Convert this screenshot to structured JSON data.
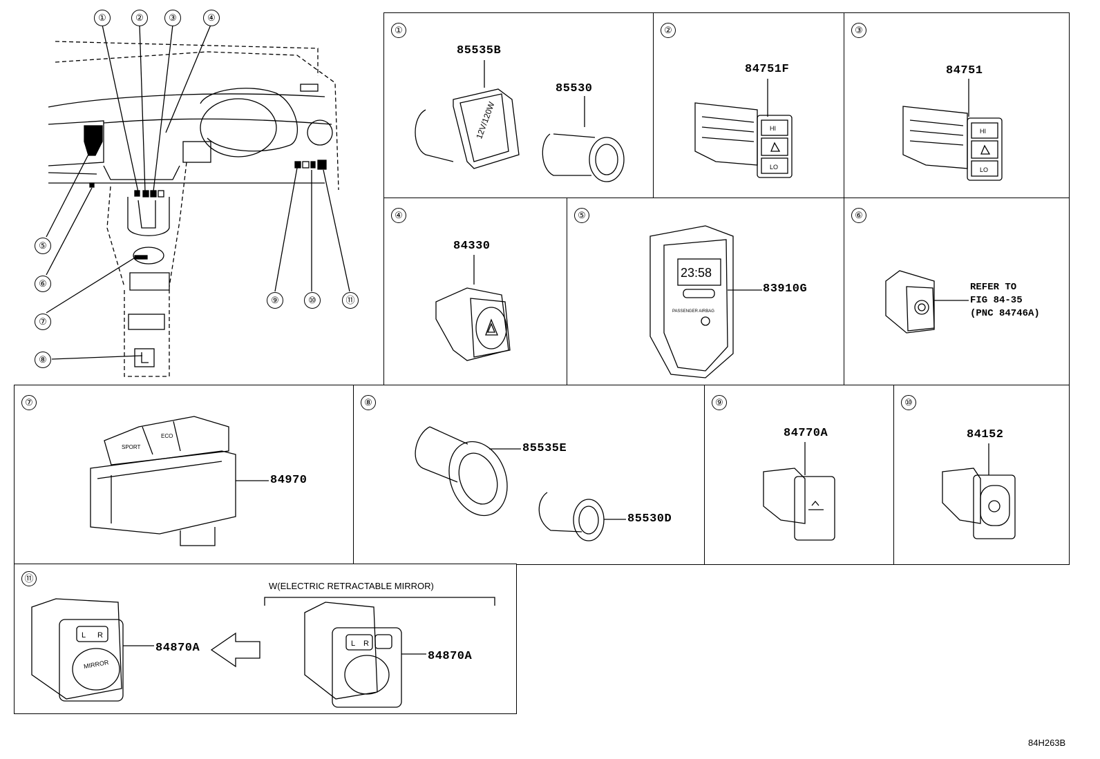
{
  "diagram_code": "84H263B",
  "overview": {
    "callouts": [
      "①",
      "②",
      "③",
      "④",
      "⑤",
      "⑥",
      "⑦",
      "⑧",
      "⑨",
      "⑩",
      "⑪"
    ]
  },
  "panels": [
    {
      "id": "p1",
      "num": "①",
      "parts": [
        "85535B",
        "85530"
      ],
      "icon": "cigarette-lighter-icon"
    },
    {
      "id": "p2",
      "num": "②",
      "parts": [
        "84751F"
      ],
      "icon": "seat-heater-switch-icon"
    },
    {
      "id": "p3",
      "num": "③",
      "parts": [
        "84751"
      ],
      "icon": "seat-heater-switch-icon"
    },
    {
      "id": "p4",
      "num": "④",
      "parts": [
        "84330"
      ],
      "icon": "hazard-switch-icon"
    },
    {
      "id": "p5",
      "num": "⑤",
      "parts": [
        "83910G"
      ],
      "icon": "clock-display-icon",
      "clock": "23:58"
    },
    {
      "id": "p6",
      "num": "⑥",
      "parts": [],
      "icon": "knob-switch-icon",
      "note": "REFER TO\nFIG 84-35\n(PNC 84746A)"
    },
    {
      "id": "p7",
      "num": "⑦",
      "parts": [
        "84970"
      ],
      "icon": "drive-mode-switch-icon"
    },
    {
      "id": "p8",
      "num": "⑧",
      "parts": [
        "85535E",
        "85530D"
      ],
      "icon": "power-outlet-icon"
    },
    {
      "id": "p9",
      "num": "⑨",
      "parts": [
        "84770A"
      ],
      "icon": "mirror-heater-switch-icon"
    },
    {
      "id": "p10",
      "num": "⑩",
      "parts": [
        "84152"
      ],
      "icon": "headlamp-leveling-switch-icon"
    },
    {
      "id": "p11",
      "num": "⑪",
      "parts": [
        "84870A",
        "84870A"
      ],
      "icon": "mirror-control-switch-icon",
      "caption": "W(ELECTRIC RETRACTABLE MIRROR)",
      "mirror_label": "MIRROR"
    }
  ]
}
